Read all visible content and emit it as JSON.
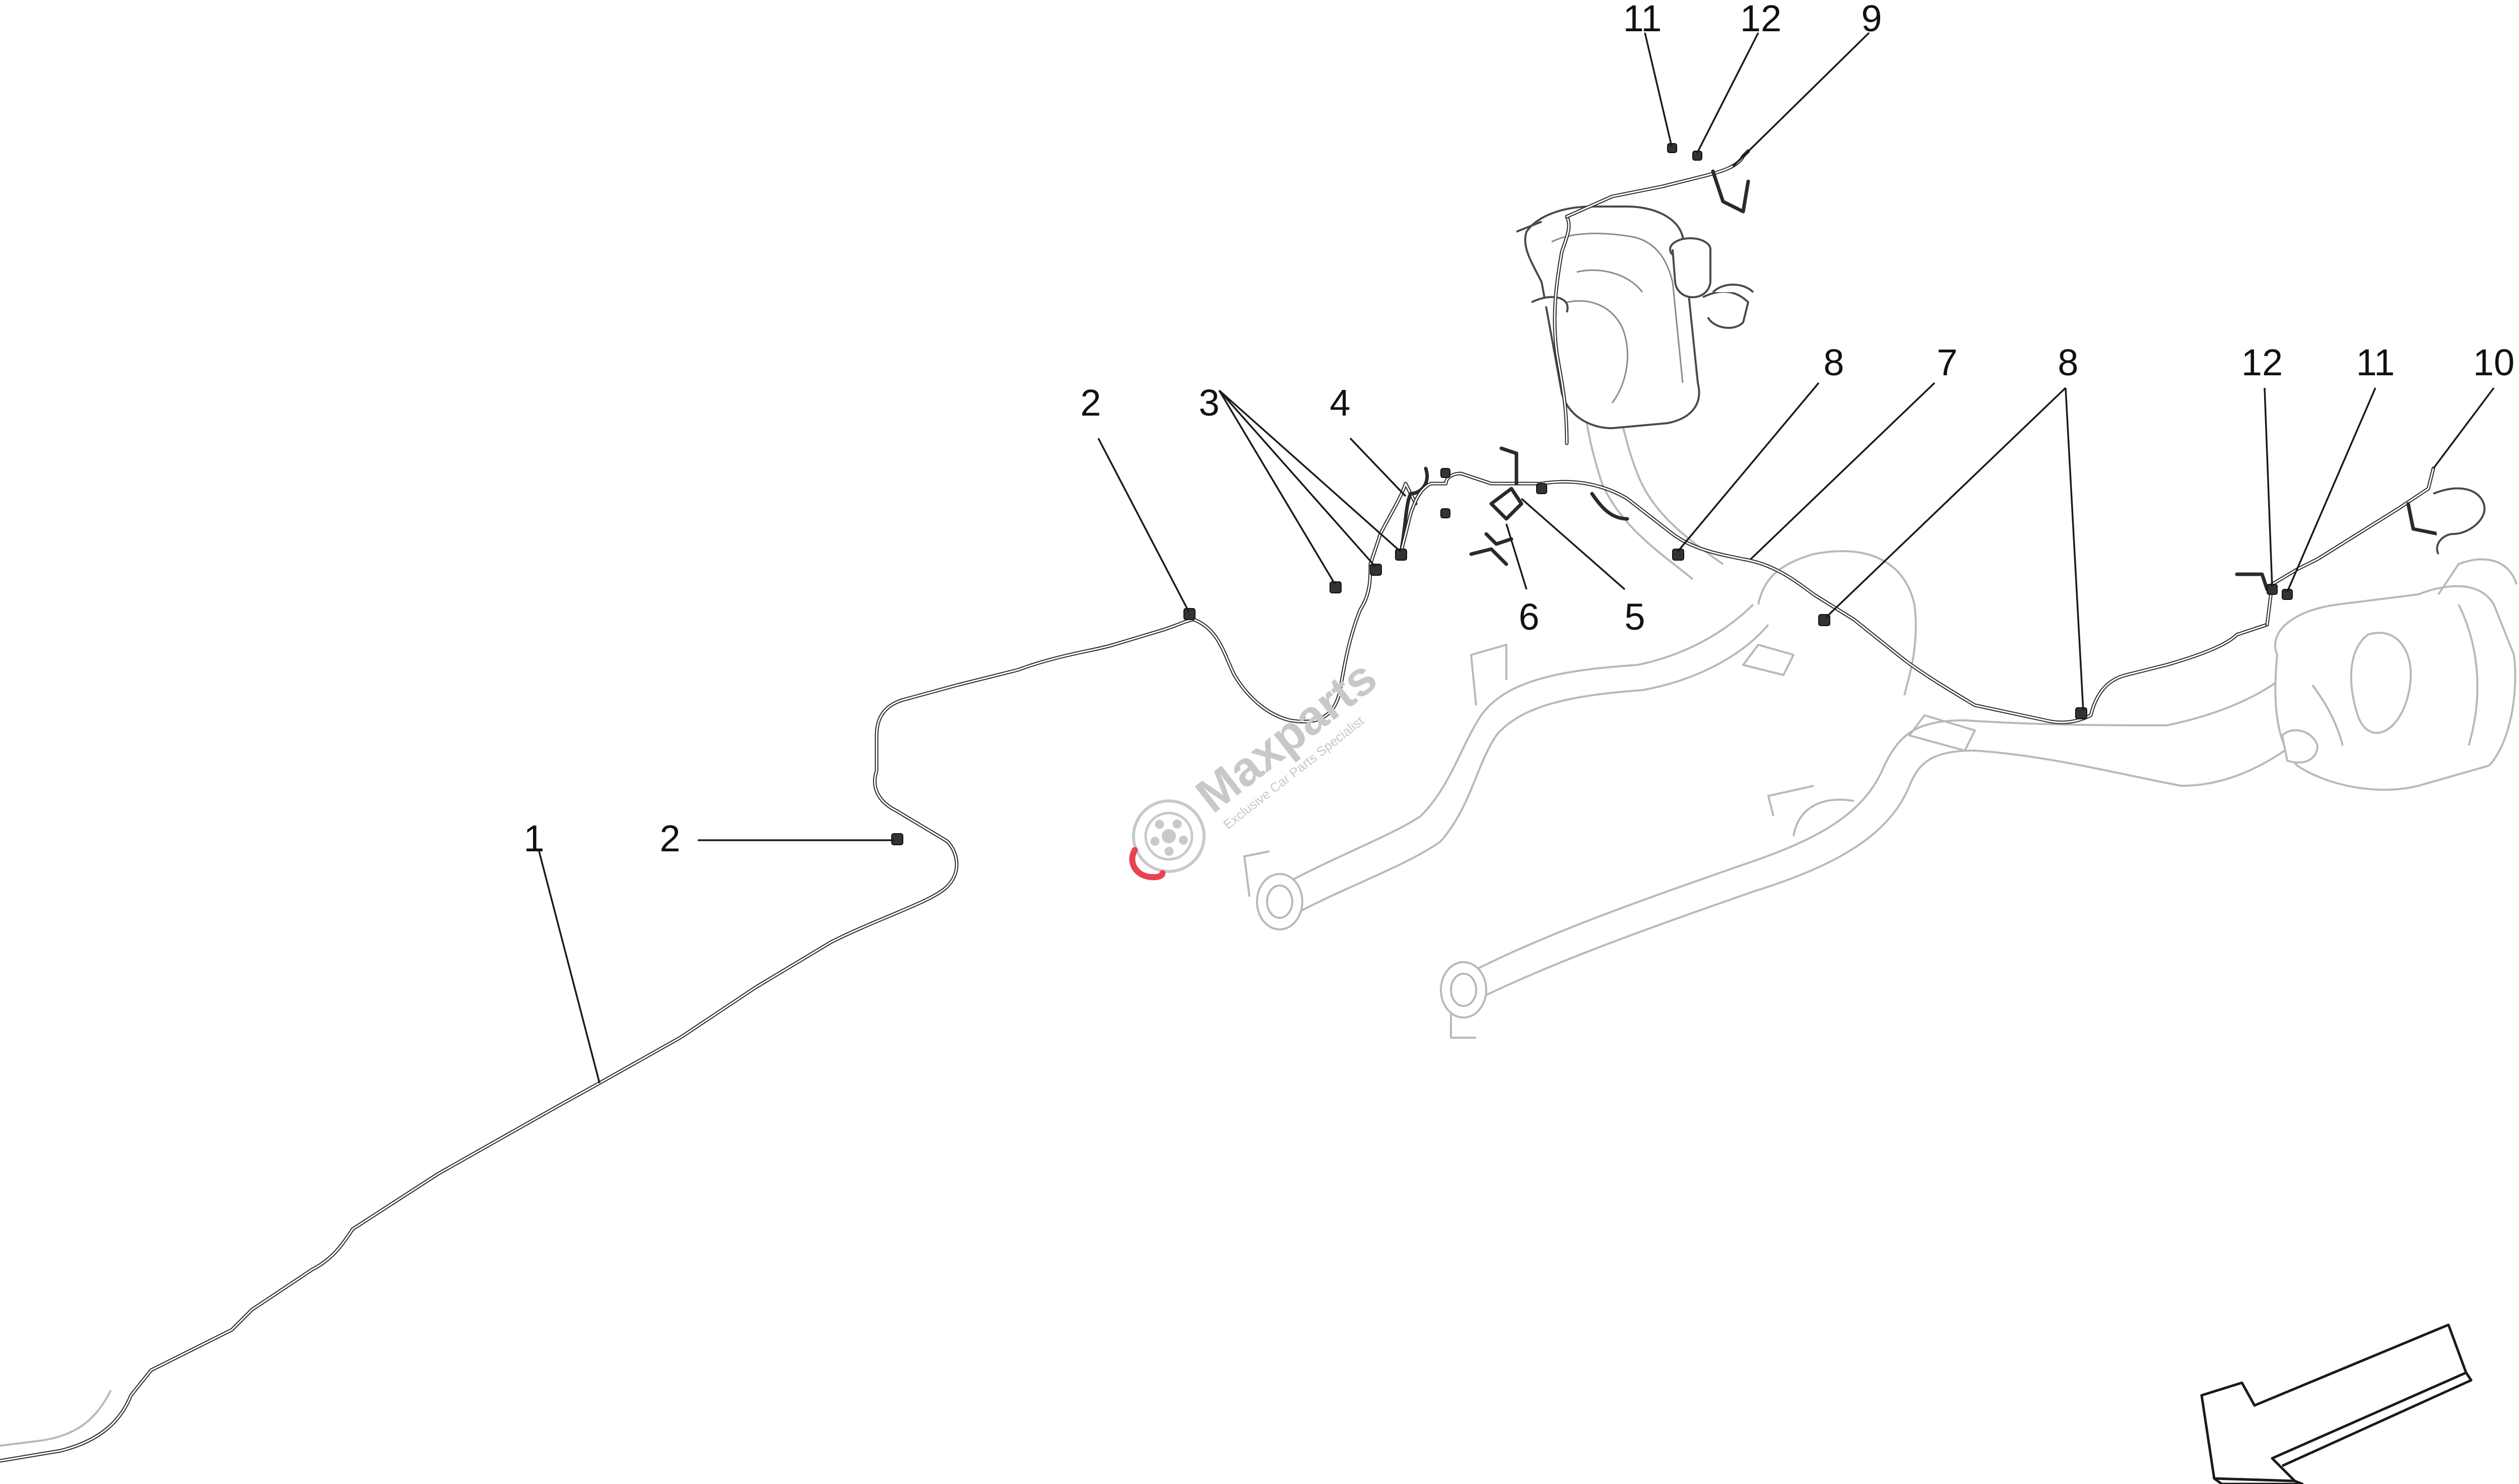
{
  "callouts": [
    {
      "id": "1",
      "label": "1"
    },
    {
      "id": "2a",
      "label": "2"
    },
    {
      "id": "2b",
      "label": "2"
    },
    {
      "id": "3",
      "label": "3"
    },
    {
      "id": "4",
      "label": "4"
    },
    {
      "id": "5",
      "label": "5"
    },
    {
      "id": "6",
      "label": "6"
    },
    {
      "id": "7",
      "label": "7"
    },
    {
      "id": "8a",
      "label": "8"
    },
    {
      "id": "8b",
      "label": "8"
    },
    {
      "id": "9",
      "label": "9"
    },
    {
      "id": "10",
      "label": "10"
    },
    {
      "id": "11a",
      "label": "11"
    },
    {
      "id": "11b",
      "label": "11"
    },
    {
      "id": "12a",
      "label": "12"
    },
    {
      "id": "12b",
      "label": "12"
    }
  ],
  "watermark": {
    "brand": "Maxparts",
    "tagline": "Exclusive Car Parts Specialist",
    "accent_color": "#e8434f",
    "wheel_color": "#bdbdbd"
  },
  "direction_arrow_icon": "arrow-down-left-icon"
}
